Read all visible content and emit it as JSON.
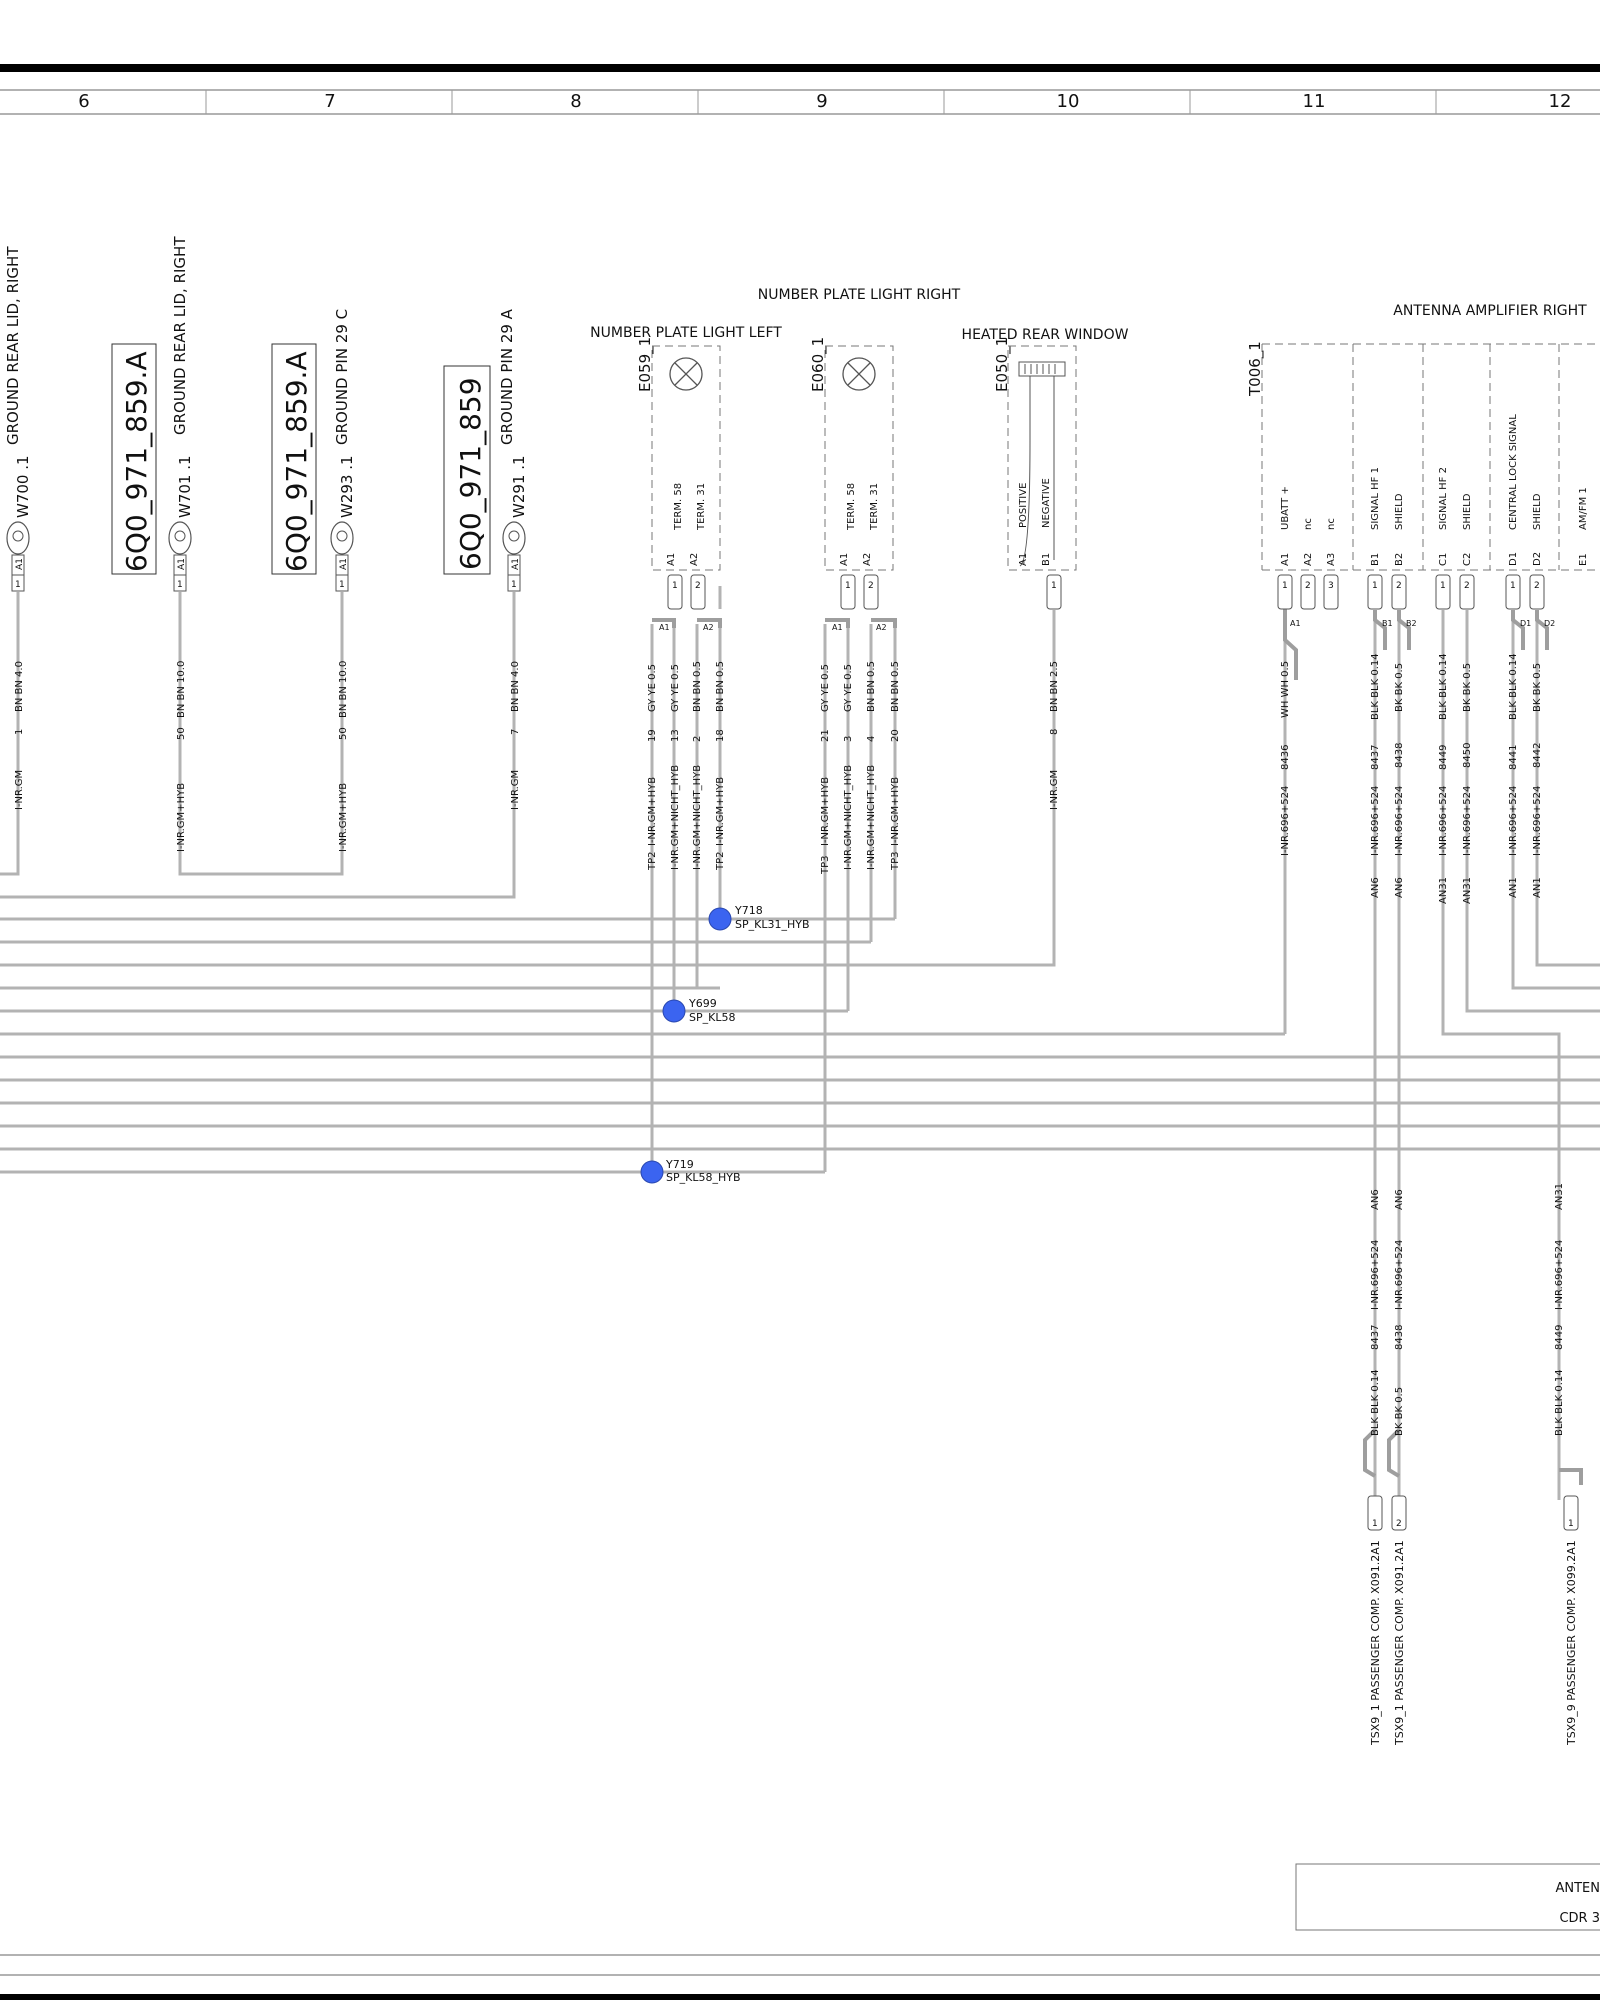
{
  "columns": [
    "6",
    "7",
    "8",
    "9",
    "10",
    "11",
    "12"
  ],
  "ground_points": [
    {
      "id": "W700_1",
      "ref": "W700 .1",
      "desc": "GROUND REAR LID, RIGHT",
      "pin": "A1",
      "pnum": "1",
      "wire_spec": "BN BN 4.0",
      "wire_no": "1",
      "harness": "I-NR.GM",
      "part": ""
    },
    {
      "id": "W701_1",
      "ref": "W701 .1",
      "desc": "GROUND REAR LID, RIGHT",
      "pin": "A1",
      "pnum": "1",
      "wire_spec": "BN BN 10.0",
      "wire_no": "50",
      "harness": "I-NR.GM+HYB",
      "part": "6Q0_971_859.A"
    },
    {
      "id": "W293_1",
      "ref": "W293 .1",
      "desc": "GROUND PIN 29 C",
      "pin": "A1",
      "pnum": "1",
      "wire_spec": "BN BN 10.0",
      "wire_no": "50",
      "harness": "I-NR.GM+HYB",
      "part": "6Q0_971_859.A"
    },
    {
      "id": "W291_1",
      "ref": "W291 .1",
      "desc": "GROUND PIN 29 A",
      "pin": "A1",
      "pnum": "1",
      "wire_spec": "BN BN 4.0",
      "wire_no": "7",
      "harness": "I-NR.GM",
      "part": "6Q0_971_859"
    }
  ],
  "components": {
    "e059": {
      "ref": "E059_1",
      "title": "NUMBER PLATE LIGHT LEFT",
      "pins": [
        "A1",
        "A2"
      ],
      "pin_labels": [
        "TERM. 58",
        "TERM. 31"
      ]
    },
    "e060": {
      "ref": "E060_1",
      "title": "NUMBER PLATE LIGHT RIGHT",
      "pins": [
        "A1",
        "A2"
      ],
      "pin_labels": [
        "TERM. 58",
        "TERM. 31"
      ]
    },
    "e050": {
      "ref": "E050_1",
      "title": "HEATED REAR WINDOW",
      "pins": [
        "A1",
        "B1"
      ],
      "pin_labels": [
        "POSITIVE",
        "NEGATIVE"
      ]
    },
    "t006": {
      "ref": "T006_1",
      "title": "ANTENNA AMPLIFIER RIGHT",
      "pins": [
        "A1",
        "A2",
        "A3",
        "B1",
        "B2",
        "C1",
        "C2",
        "D1",
        "D2",
        "E1"
      ],
      "pin_labels": [
        "UBATT +",
        "nc",
        "nc",
        "SIGNAL HF 1",
        "SHIELD",
        "SIGNAL HF 2",
        "SHIELD",
        "CENTRAL LOCK SIGNAL",
        "SHIELD",
        "AM/FM 1"
      ]
    }
  },
  "wire_labels": {
    "e059a1": {
      "spec": "GY YE 0.5",
      "no": "19",
      "harness": "I-NR.GM+HYB",
      "tp": "TP2"
    },
    "e059a1b": {
      "spec": "GY YE 0.5",
      "no": "13",
      "harness": "I-NR.GM+NICHT_HYB"
    },
    "e059a2": {
      "spec": "BN BN 0.5",
      "no": "2",
      "harness": "I-NR.GM+NICHT_HYB"
    },
    "e059a2b": {
      "spec": "BN BN 0.5",
      "no": "18",
      "harness": "I-NR.GM+HYB",
      "tp": "TP2"
    },
    "e060a1": {
      "spec": "GY YE 0.5",
      "no": "21",
      "harness": "I-NR.GM+HYB",
      "tp": "TP3"
    },
    "e060a1b": {
      "spec": "GY YE 0.5",
      "no": "3",
      "harness": "I-NR.GM+NICHT_HYB"
    },
    "e060a2": {
      "spec": "BN BN 0.5",
      "no": "4",
      "harness": "I-NR.GM+NICHT_HYB"
    },
    "e060a2b": {
      "spec": "BN BN 0.5",
      "no": "20",
      "harness": "I-NR.GM+HYB",
      "tp": "TP3"
    },
    "e050b1": {
      "spec": "BN BN 2.5",
      "no": "8",
      "harness": "I-NR.GM"
    },
    "t006a1": {
      "spec": "WH WH 0.5",
      "no": "8436",
      "harness": "I-NR.696+524"
    },
    "t006b1": {
      "spec": "BLK BLK 0.14",
      "no": "8437",
      "harness": "I-NR.696+524",
      "code": "AN6"
    },
    "t006b2": {
      "spec": "BK BK 0.5",
      "no": "8438",
      "harness": "I-NR.696+524",
      "code": "AN6"
    },
    "t006c1": {
      "spec": "BLK BLK 0.14",
      "no": "8449",
      "harness": "I-NR.696+524",
      "code": "AN31"
    },
    "t006c2": {
      "spec": "BK BK 0.5",
      "no": "8450",
      "harness": "I-NR.696+524",
      "code": "AN31"
    },
    "t006d1": {
      "spec": "BLK BLK 0.14",
      "no": "8441",
      "harness": "I-NR.696+524",
      "code": "AN1"
    },
    "t006d2": {
      "spec": "BK BK 0.5",
      "no": "8442",
      "harness": "I-NR.696+524",
      "code": "AN1"
    }
  },
  "splices": [
    {
      "id": "Y718",
      "name": "SP_KL31_HYB"
    },
    {
      "id": "Y699",
      "name": "SP_KL58"
    },
    {
      "id": "Y719",
      "name": "SP_KL58_HYB"
    }
  ],
  "lower_wires": [
    {
      "code": "AN6",
      "harness": "I-NR.696+524",
      "no": "8437",
      "spec": "BLK BLK 0.14"
    },
    {
      "code": "AN6",
      "harness": "I-NR.696+524",
      "no": "8438",
      "spec": "BK BK 0.5"
    },
    {
      "code": "AN31",
      "harness": "I-NR.696+524",
      "no": "8449",
      "spec": "BLK BLK 0.14"
    }
  ],
  "lower_connectors": [
    {
      "label": "TSX9_1 PASSENGER COMP.  X091.2A1",
      "pin": "1"
    },
    {
      "label": "TSX9_1 PASSENGER COMP.  X091.2A1",
      "pin": "2"
    },
    {
      "label": "TSX9_9 PASSENGER COMP.  X099.2A1",
      "pin": "1"
    }
  ],
  "pin_marks": [
    "A1",
    "A2",
    "B1",
    "B2",
    "D1",
    "D2",
    "1",
    "2",
    "3"
  ],
  "title_block": {
    "line1": "ANTEN",
    "line2": "CDR 3"
  }
}
